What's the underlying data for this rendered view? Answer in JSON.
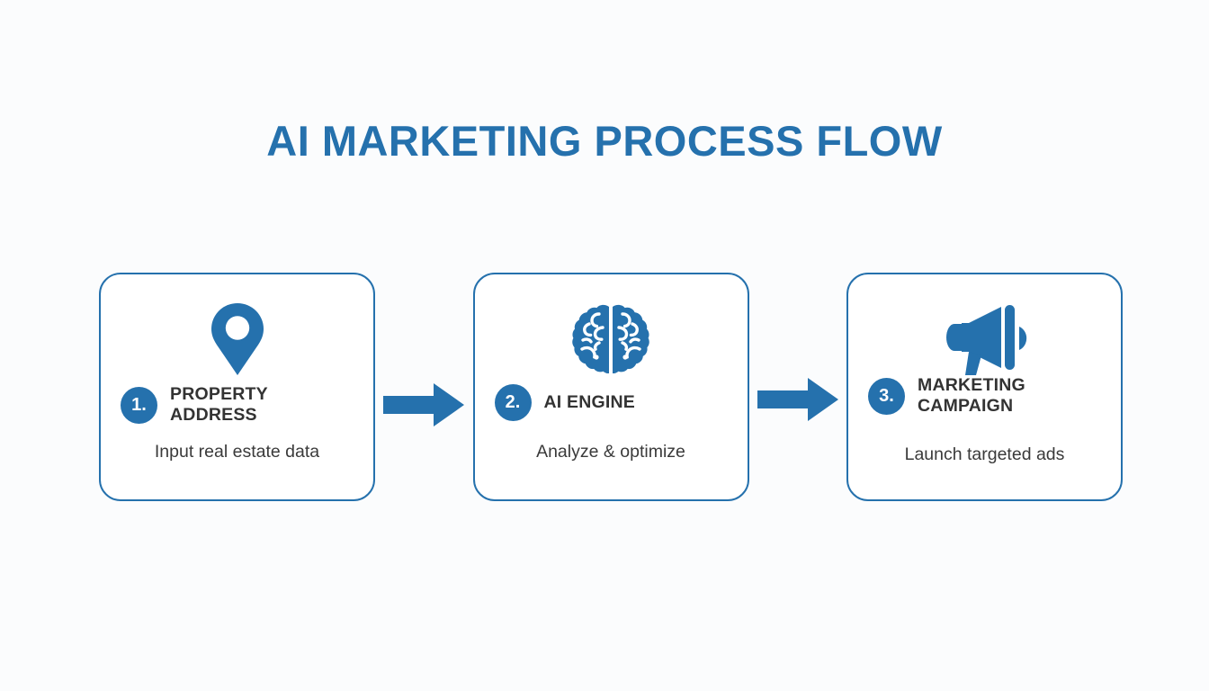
{
  "slide": {
    "title": "AI MARKETING PROCESS FLOW",
    "background_color": "#fbfcfd",
    "accent_color": "#2571ad",
    "text_color": "#333333"
  },
  "steps": [
    {
      "number": "1.",
      "title": "PROPERTY ADDRESS",
      "subtitle": "Input real estate data",
      "icon": "map-pin-icon"
    },
    {
      "number": "2.",
      "title": "AI ENGINE",
      "subtitle": "Analyze & optimize",
      "icon": "brain-icon"
    },
    {
      "number": "3.",
      "title": "MARKETING CAMPAIGN",
      "subtitle": "Launch targeted ads",
      "icon": "megaphone-icon"
    }
  ],
  "connectors": [
    {
      "name": "arrow-right-icon"
    },
    {
      "name": "arrow-right-icon"
    }
  ]
}
